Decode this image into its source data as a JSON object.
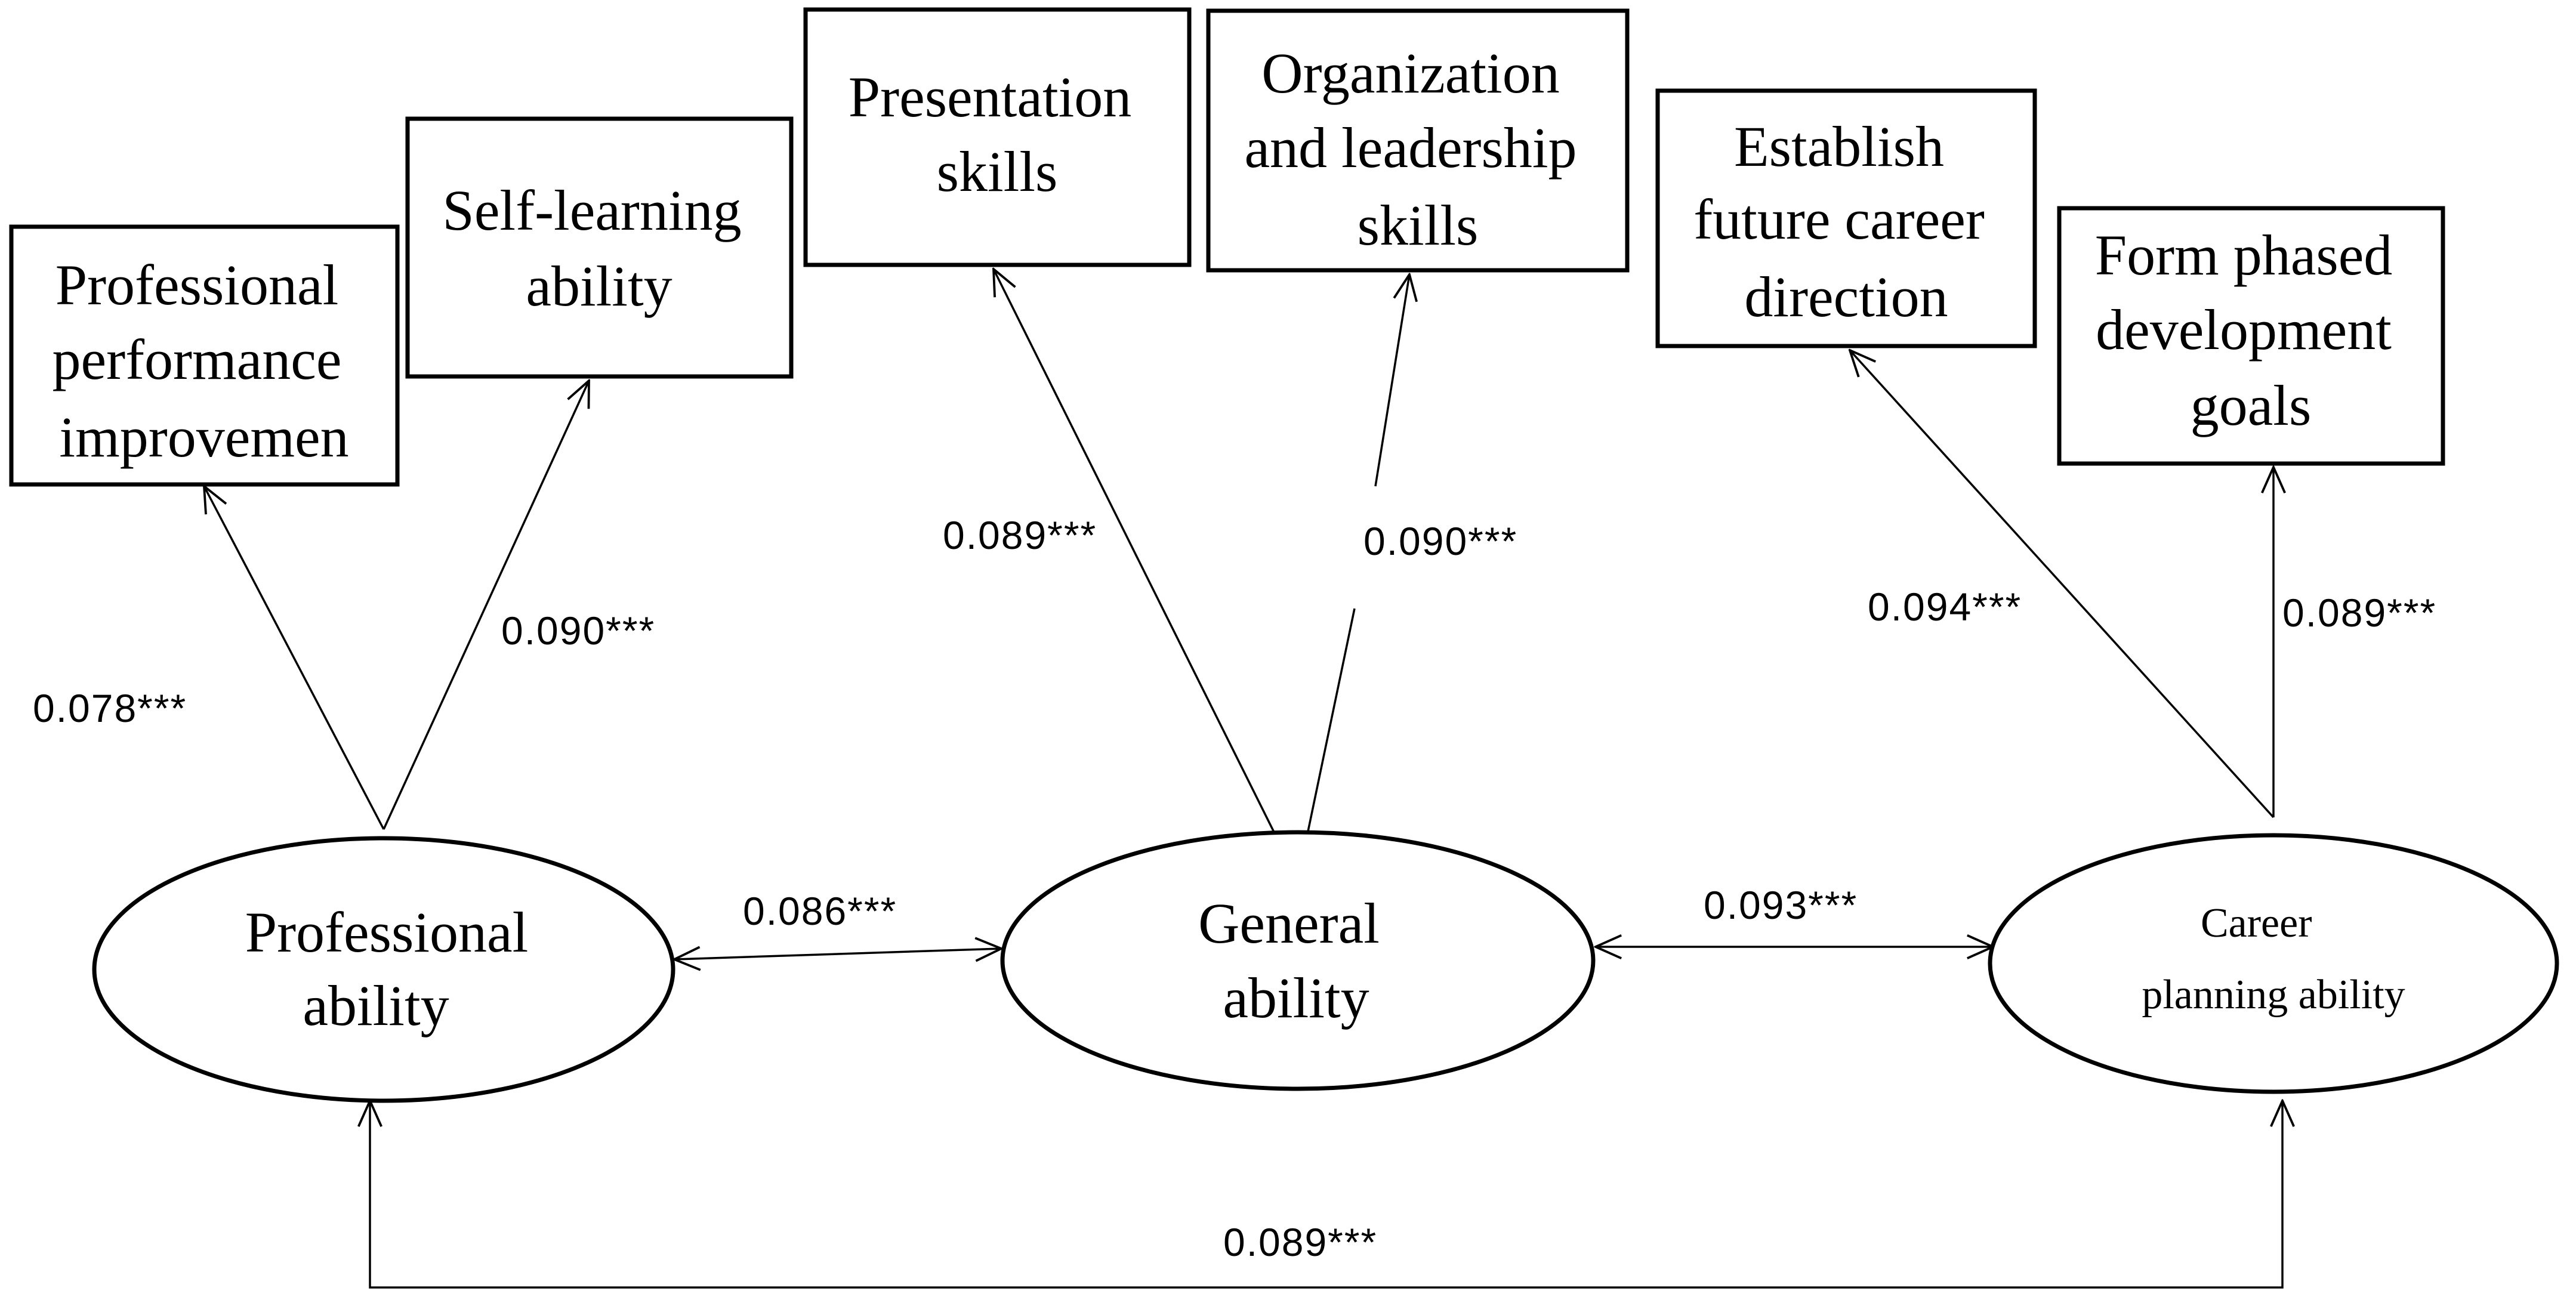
{
  "indicators": {
    "professional_performance": [
      "Professional",
      "performance",
      "improvemen"
    ],
    "self_learning": [
      "Self-learning",
      "ability"
    ],
    "presentation": [
      "Presentation",
      "skills"
    ],
    "organization": [
      "Organization",
      "and leadership",
      "skills"
    ],
    "establish_career": [
      "Establish",
      "future career",
      "direction"
    ],
    "phased_goals": [
      "Form phased",
      "development",
      "goals"
    ]
  },
  "factors": {
    "professional": [
      "Professional",
      "ability"
    ],
    "general": [
      "General",
      "ability"
    ],
    "career": [
      "Career",
      "planning ability"
    ]
  },
  "loadings": {
    "professional_performance": "0.078***",
    "self_learning": "0.090***",
    "presentation": "0.089***",
    "organization": "0.090***",
    "establish_career": "0.094***",
    "phased_goals": "0.089***"
  },
  "correlations": {
    "professional_general": "0.086***",
    "general_career": "0.093***",
    "professional_career": "0.089***"
  }
}
